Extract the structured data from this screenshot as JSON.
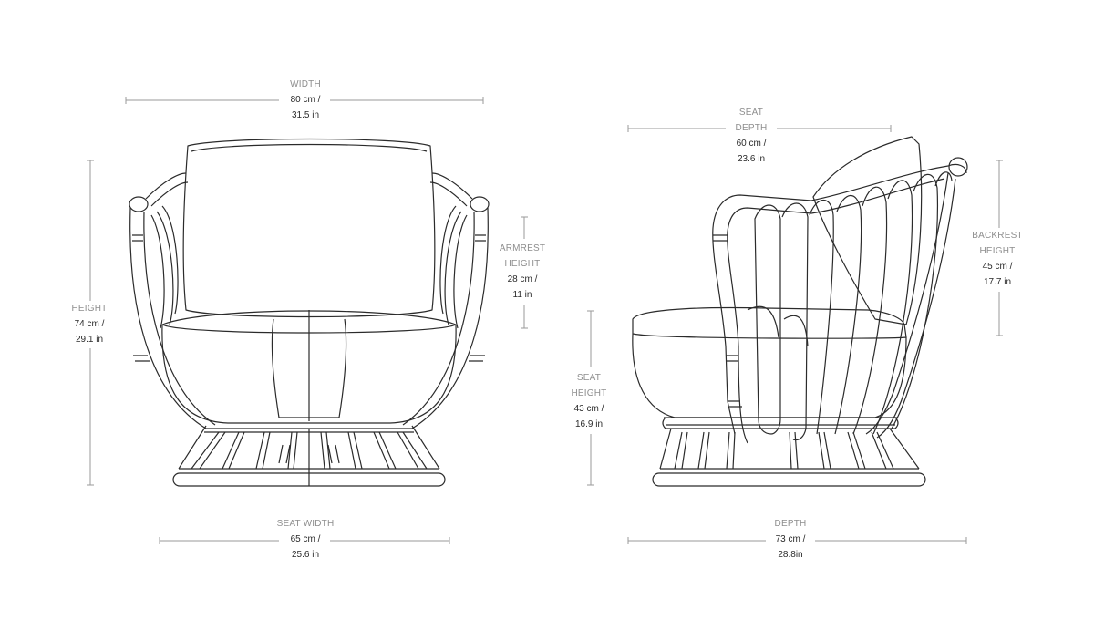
{
  "dimensions": {
    "width": {
      "label": "WIDTH",
      "metric": "80 cm /",
      "imperial": "31.5 in"
    },
    "height": {
      "label": "HEIGHT",
      "metric": "74 cm /",
      "imperial": "29.1 in"
    },
    "armrest_height": {
      "label_1": "ARMREST",
      "label_2": "HEIGHT",
      "metric": "28 cm /",
      "imperial": "11 in"
    },
    "seat_width": {
      "label": "SEAT WIDTH",
      "metric": "65 cm /",
      "imperial": "25.6 in"
    },
    "seat_depth": {
      "label_1": "SEAT",
      "label_2": "DEPTH",
      "metric": "60 cm /",
      "imperial": "23.6 in"
    },
    "backrest_height": {
      "label_1": "BACKREST",
      "label_2": "HEIGHT",
      "metric": "45 cm /",
      "imperial": "17.7 in"
    },
    "seat_height": {
      "label_1": "SEAT",
      "label_2": "HEIGHT",
      "metric": "43 cm /",
      "imperial": "16.9 in"
    },
    "depth": {
      "label": "DEPTH",
      "metric": "73 cm /",
      "imperial": "28.8in"
    }
  },
  "colors": {
    "line": "#2b2b2b",
    "dimension_line": "#9a9a9a",
    "caption": "#8e8e8e",
    "value": "#2a2a2a"
  }
}
